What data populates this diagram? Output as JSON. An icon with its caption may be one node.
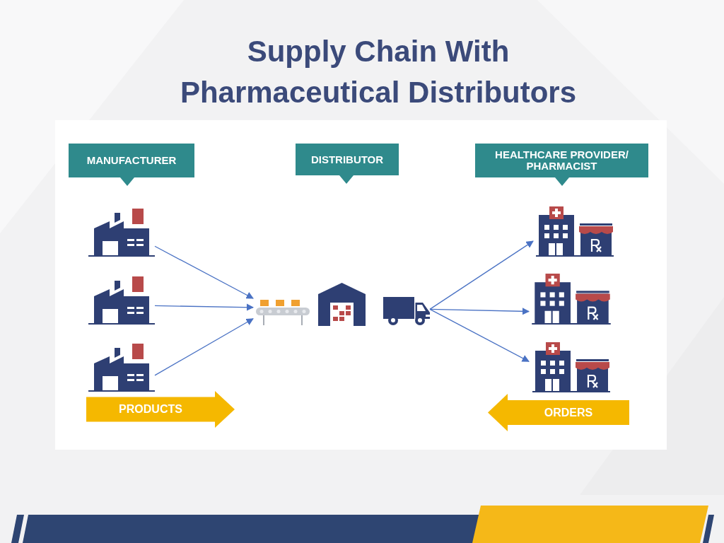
{
  "diagram": {
    "title": "Supply Chain With Pharmaceutical Distributors",
    "nodes": [
      {
        "text": [
          "MANUFACTURER"
        ]
      },
      {
        "text": [
          "DISTRIBUTOR"
        ]
      },
      {
        "text": [
          "HEALTHCARE PROVIDER/ PHARMACIST"
        ]
      },
      {
        "text": [],
        "shape": "picture"
      },
      {
        "text": [],
        "shape": "picture"
      },
      {
        "text": [],
        "shape": "picture"
      },
      {
        "text": [],
        "shape": "picture"
      },
      {
        "text": [],
        "shape": "picture"
      },
      {
        "text": [],
        "shape": "picture"
      },
      {
        "text": [],
        "shape": "picture"
      },
      {
        "text": [],
        "shape": "picture"
      },
      {
        "text": [
          "PRODUCTS"
        ]
      },
      {
        "text": [
          "ORDERS"
        ]
      }
    ],
    "edges": [
      {
        "from": 3,
        "to": 6,
        "arrow": "to"
      },
      {
        "from": 4,
        "to": 6,
        "arrow": "to"
      },
      {
        "from": 5,
        "to": 6,
        "arrow": "to"
      },
      {
        "from": 7,
        "to": 8,
        "arrow": "to"
      },
      {
        "from": 7,
        "to": 9,
        "arrow": "to"
      },
      {
        "from": 7,
        "to": 10,
        "arrow": "to"
      }
    ]
  }
}
